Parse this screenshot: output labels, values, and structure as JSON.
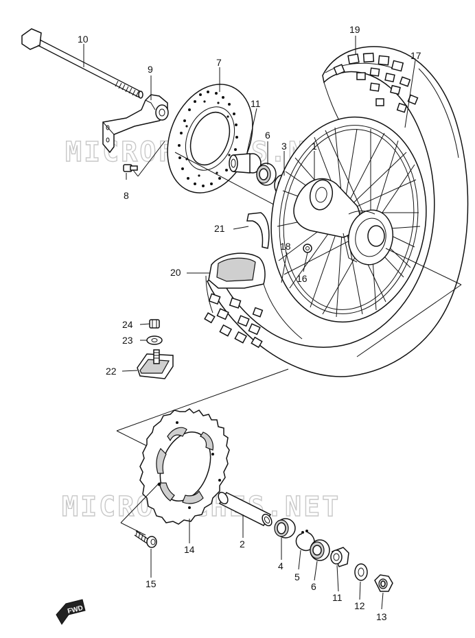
{
  "watermark": "MICROFICHES.NET",
  "direction_label": "FWD",
  "callouts": {
    "p1": "1",
    "p2": "2",
    "p3": "3",
    "p4": "4",
    "p5": "5",
    "p6a": "6",
    "p6b": "6",
    "p7": "7",
    "p8": "8",
    "p9": "9",
    "p10": "10",
    "p11a": "11",
    "p11b": "11",
    "p12": "12",
    "p13": "13",
    "p14": "14",
    "p15": "15",
    "p16": "16",
    "p17": "17",
    "p18": "18",
    "p19": "19",
    "p20": "20",
    "p21": "21",
    "p22": "22",
    "p23": "23",
    "p24": "24"
  }
}
